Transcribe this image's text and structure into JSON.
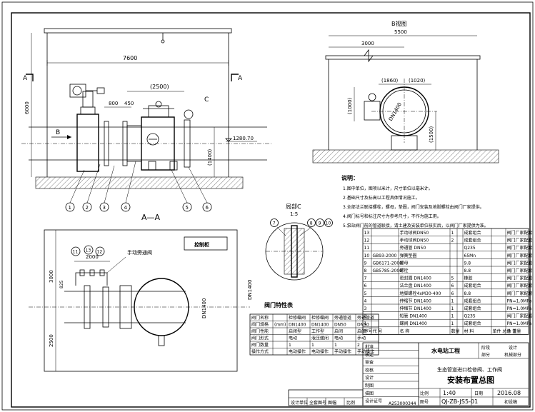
{
  "drawing": {
    "view_top_labels": {
      "dim_total": "7600",
      "dim_2500": "(2500)",
      "dim_800": "800",
      "dim_450": "450",
      "dim_6000": "6000",
      "dim_1400": "(1400)",
      "elevation": "1280.70",
      "section_left": "A",
      "section_right": "A",
      "view_b": "B",
      "callout_c": "C"
    },
    "view_b_labels": {
      "title": "B视图",
      "dim_5500": "5500",
      "dim_3000": "3000",
      "dim_1860": "(1860)",
      "dim_1020": "(1020)",
      "dim_1000": "(1000)",
      "dim_1500": "(1500)",
      "dn": "DN1400"
    },
    "detail_c": {
      "title": "局部C",
      "scale": "1:5",
      "callouts": [
        "7",
        "8",
        "9",
        "10"
      ]
    },
    "section_aa": {
      "title": "A—A",
      "dim_2000": "2000",
      "dim_3000": "3000",
      "dim_2500": "2500",
      "dim_825": "825",
      "dn": "DN1400",
      "label_bypass": "手动旁通阀",
      "label_control": "控制柜",
      "callouts": [
        "11",
        "13",
        "12"
      ]
    },
    "part_callouts": [
      "1",
      "2",
      "3",
      "4",
      "5",
      "6"
    ],
    "dn_vertical": "DN1400"
  },
  "notes": {
    "heading": "说明：",
    "items": [
      "1.图中单位，图项以米计，尺寸单位以毫米计。",
      "2.基础尺寸及标高以工程具体情况施工。",
      "3.全部法兰联接螺栓，螺母，垫圈，阀门安装及地脚螺栓由阀门厂家提供。",
      "4.阀门标号和标注尺寸为参考尺寸，不作为施工用。",
      "5.泵站阀门前的管道联接，请土建及安装单位核实后，以阀门厂家提供为准。"
    ]
  },
  "valve_table": {
    "title": "阀门特性表",
    "header": [
      "阀门名称",
      "",
      "检修蝶阀",
      "检修蝶阀",
      "旁通管道",
      "旁通管道"
    ],
    "rows": [
      [
        "阀门规格",
        "(mm)",
        "DN1400",
        "DN1400",
        "DN50",
        "DN50"
      ],
      [
        "阀门性能",
        "",
        "启闭型",
        "工作型",
        "启闭",
        "启闭"
      ],
      [
        "阀门形式",
        "",
        "电动",
        "液压缓闭",
        "电动",
        "手动"
      ],
      [
        "阀门数量",
        "",
        "1",
        "1",
        "1",
        "2"
      ],
      [
        "操作方式",
        "",
        "电动操作",
        "电动操作",
        "手动操作",
        "手动操作"
      ]
    ]
  },
  "bom": {
    "rows": [
      [
        "13",
        "",
        "手动球阀DN50",
        "1",
        "",
        "成套组合",
        "",
        "阀门厂家配套"
      ],
      [
        "12",
        "",
        "手动球阀DN50",
        "2",
        "",
        "成套组合",
        "",
        "阀门厂家配套"
      ],
      [
        "11",
        "",
        "旁通管  DN50",
        "",
        "",
        "Q235",
        "",
        "阀门厂家配套"
      ],
      [
        "10",
        "GB93-2000",
        "弹簧垫圈",
        "",
        "",
        "65Mn",
        "",
        "阀门厂家配套"
      ],
      [
        "9",
        "GB6171-2000",
        "螺母",
        "",
        "",
        "9.8",
        "",
        "阀门厂家配套"
      ],
      [
        "8",
        "GB5785-2000",
        "螺栓",
        "",
        "",
        "8.8",
        "",
        "阀门厂家配套"
      ],
      [
        "7",
        "",
        "密封圈  DN1400",
        "5",
        "",
        "橡胶",
        "",
        "阀门厂家配套"
      ],
      [
        "6",
        "",
        "法兰盘  DN1400",
        "6",
        "",
        "成套组合",
        "",
        "阀门厂家配套"
      ],
      [
        "5",
        "",
        "地脚螺栓4xM30-400",
        "6",
        "",
        "8.8",
        "",
        "阀门厂家配套"
      ],
      [
        "4",
        "",
        "伸缩节  DN1400",
        "1",
        "",
        "成套组合",
        "",
        "PN=1.0MPa"
      ],
      [
        "3",
        "",
        "伸缩节  DN1400",
        "1",
        "",
        "成套组合",
        "",
        "PN=1.0MPa"
      ],
      [
        "2",
        "",
        "短管    DN1400",
        "1",
        "",
        "Q235",
        "",
        "阀门厂家配套"
      ],
      [
        "1",
        "",
        "蝶阀    DN1400",
        "1",
        "",
        "成套组合",
        "",
        "PN=1.0MPa"
      ]
    ],
    "header": [
      "序号",
      "代   号",
      "名           称",
      "数量",
      "",
      "材    料",
      "单件 总计 重量",
      "备    注"
    ]
  },
  "title_block": {
    "left_labels": [
      "批准",
      "核定",
      "审查",
      "校核",
      "设计",
      "制图",
      "描图",
      "设计证号"
    ],
    "project": "水电站工程",
    "stage_label": "阶段",
    "stage_value": "设计",
    "part_label": "部分",
    "part_value": "机械部分",
    "sub_title": "生态管道进口检修阀、工作阀",
    "drawing_title": "安装布置总图",
    "cert_no": "A253000344",
    "scale_label": "比例",
    "scale_value": "1:40",
    "date_label": "日期",
    "date_value": "2016.08",
    "drawing_no_label": "图号",
    "drawing_no": "QJ-ZB-JS5-01",
    "status": "初设稿",
    "design_unit_row": [
      "设计单位",
      "全套图号",
      "图幅",
      "比例"
    ]
  }
}
